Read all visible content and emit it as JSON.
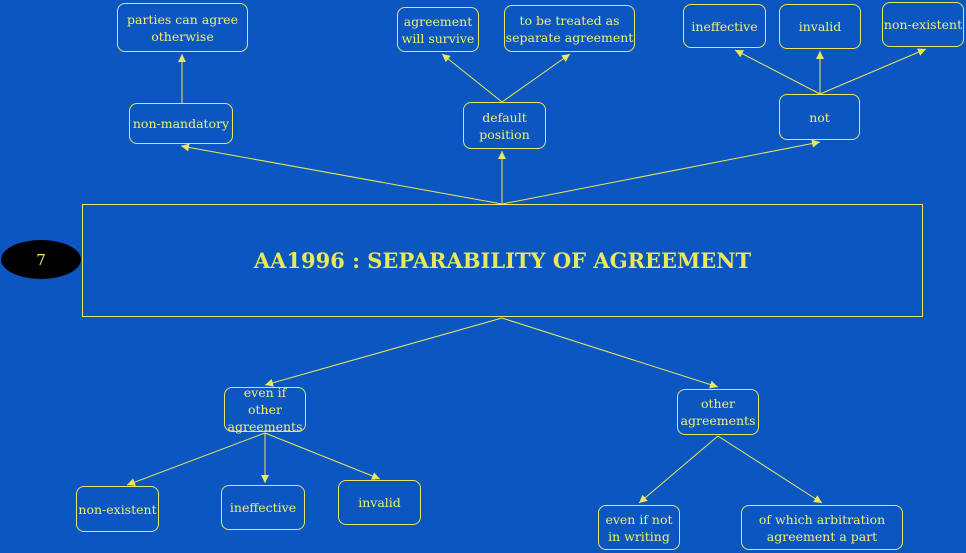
{
  "colors": {
    "background": "#0b56c1",
    "accent": "#e8e85a",
    "badge": "#000000"
  },
  "diagram": {
    "badge": "7",
    "main_title": "AA1996 : SEPARABILITY OF AGREEMENT",
    "nodes": {
      "non_mandatory": "non-mandatory",
      "parties_agree": "parties can agree\notherwise",
      "default_position": "default\nposition",
      "will_survive": "agreement\nwill survive",
      "separate_agreement": "to be treated as\nseparate agreement",
      "not": "not",
      "ineffective_top": "ineffective",
      "invalid_top": "invalid",
      "nonexistent_top": "non-existent",
      "even_if_other": "even if other\nagreements",
      "nonexistent_bottom": "non-existent",
      "ineffective_bottom": "ineffective",
      "invalid_bottom": "invalid",
      "other_agreements": "other\nagreements",
      "even_if_not_writing": "even if not\nin writing",
      "arbitration_part": "of which arbitration\nagreement a part"
    }
  }
}
